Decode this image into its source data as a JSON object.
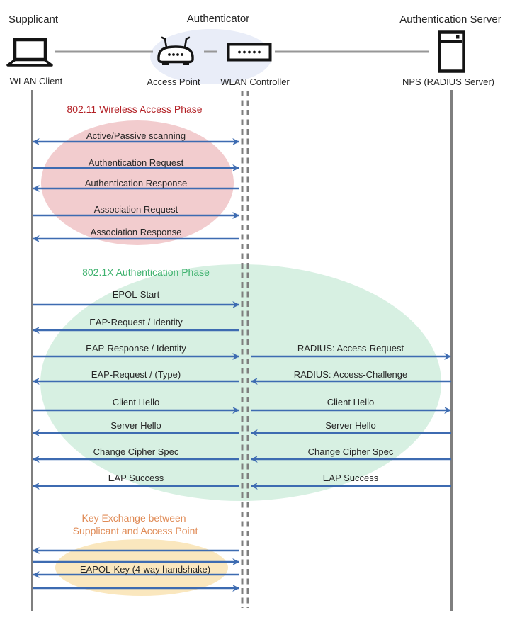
{
  "header": {
    "roles": [
      {
        "label": "Supplicant"
      },
      {
        "label": "Authenticator"
      },
      {
        "label": "Authentication Server"
      }
    ],
    "devices": [
      {
        "label": "WLAN Client",
        "icon": "laptop-icon"
      },
      {
        "label": "Access Point",
        "icon": "access-point-icon"
      },
      {
        "label": "WLAN Controller",
        "icon": "network-controller-icon"
      },
      {
        "label": "NPS (RADIUS Server)",
        "icon": "server-icon"
      }
    ]
  },
  "phases": {
    "wireless": {
      "title": "802.11 Wireless Access Phase",
      "title_color": "#B32025",
      "fill": "#F2CCCE"
    },
    "auth": {
      "title": "802.1X Authentication Phase",
      "title_color": "#3EB26E",
      "fill": "#D7F0E2"
    },
    "key": {
      "title_line1": "Key Exchange between",
      "title_line2": "Supplicant and Access Point",
      "title_color": "#E08B56",
      "fill": "#FAE7BE"
    }
  },
  "messages": {
    "left": [
      {
        "label": "Active/Passive scanning",
        "direction": "both"
      },
      {
        "label": "Authentication Request",
        "direction": "right"
      },
      {
        "label": "Authentication Response",
        "direction": "left"
      },
      {
        "label": "Association Request",
        "direction": "right"
      },
      {
        "label": "Association Response",
        "direction": "left"
      },
      {
        "label": "EPOL-Start",
        "direction": "right"
      },
      {
        "label": "EAP-Request / Identity",
        "direction": "left"
      },
      {
        "label": "EAP-Response / Identity",
        "direction": "right"
      },
      {
        "label": "EAP-Request / (Type)",
        "direction": "left"
      },
      {
        "label": "Client Hello",
        "direction": "right"
      },
      {
        "label": "Server Hello",
        "direction": "left"
      },
      {
        "label": "Change Cipher Spec",
        "direction": "left"
      },
      {
        "label": "EAP Success",
        "direction": "left"
      }
    ],
    "right": [
      {
        "label": "RADIUS: Access-Request",
        "direction": "right"
      },
      {
        "label": "RADIUS: Access-Challenge",
        "direction": "left"
      },
      {
        "label": "Client Hello",
        "direction": "right"
      },
      {
        "label": "Server Hello",
        "direction": "left"
      },
      {
        "label": "Change Cipher Spec",
        "direction": "left"
      },
      {
        "label": "EAP Success",
        "direction": "left"
      }
    ],
    "key_exchange_label": "EAPOL-Key (4-way handshake)"
  },
  "colors": {
    "arrow": "#3D6BB1",
    "lifeline": "#7F7F7F",
    "connector": "#979797",
    "text": "#262626",
    "authenticator_ellipse": "#E9EDF8"
  }
}
